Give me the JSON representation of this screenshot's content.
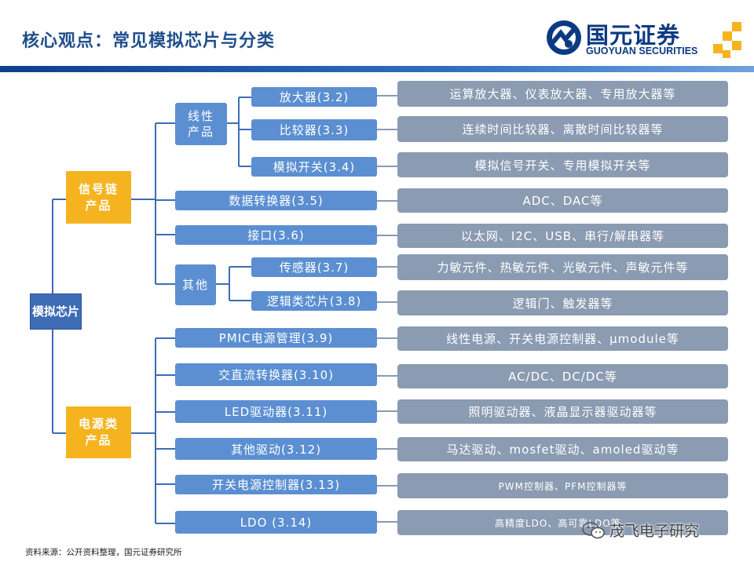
{
  "header": {
    "title": "核心观点：常见模拟芯片与分类",
    "logo_cn": "国元证券",
    "logo_en": "GUOYUAN SECURITIES"
  },
  "tree": {
    "root": "模拟芯片",
    "signal_chain": "信号链产品",
    "power": "电源类产品",
    "linear": "线性产品",
    "other": "其他",
    "items": [
      {
        "label": "放大器(3.2)",
        "desc": "运算放大器、仪表放大器、专用放大器等"
      },
      {
        "label": "比较器(3.3)",
        "desc": "连续时间比较器、离散时间比较器等"
      },
      {
        "label": "模拟开关(3.4)",
        "desc": "模拟信号开关、专用模拟开关等"
      },
      {
        "label": "数据转换器(3.5)",
        "desc": "ADC、DAC等"
      },
      {
        "label": "接口(3.6)",
        "desc": "以太网、I2C、USB、串行/解串器等"
      },
      {
        "label": "传感器(3.7)",
        "desc": "力敏元件、热敏元件、光敏元件、声敏元件等"
      },
      {
        "label": "逻辑类芯片(3.8)",
        "desc": "逻辑门、触发器等"
      },
      {
        "label": "PMIC电源管理(3.9)",
        "desc": "线性电源、开关电源控制器、μmodule等"
      },
      {
        "label": "交直流转换器(3.10)",
        "desc": "AC/DC、DC/DC等"
      },
      {
        "label": "LED驱动器(3.11)",
        "desc": "照明驱动器、液晶显示器驱动器等"
      },
      {
        "label": "其他驱动(3.12)",
        "desc": "马达驱动、mosfet驱动、amoled驱动等"
      },
      {
        "label": "开关电源控制器(3.13)",
        "desc": "PWM控制器、PFM控制器等"
      },
      {
        "label": "LDO (3.14)",
        "desc": "高精度LDO、高可靠LDO等"
      }
    ]
  },
  "footer": {
    "source": "资料来源：公开资料整理，国元证券研究所",
    "watermark": "茂飞电子研究"
  },
  "colors": {
    "title_blue": "#1f4e8c",
    "root_blue": "#3e6cb5",
    "item_blue": "#5b8fd1",
    "orange": "#f5b41f",
    "desc_gray": "#8a9bb2"
  }
}
